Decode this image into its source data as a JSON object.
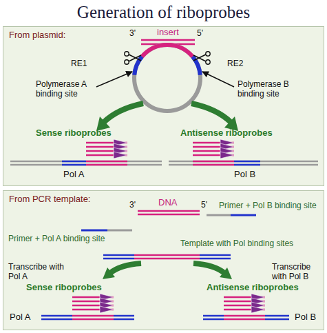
{
  "diagram": {
    "title": "Generation of riboprobes",
    "nodes": [
      {
        "text": [
          "From plasmid:"
        ]
      },
      {
        "text": [
          "From PCR template:"
        ]
      }
    ],
    "labels": [
      "3'",
      "insert",
      "5'",
      "RE1",
      "RE2",
      "Polymerase A binding site",
      "Polymerase B binding site",
      "Sense riboprobes",
      "Antisense riboprobes",
      "Pol A",
      "Pol B",
      "3'",
      "DNA",
      "5'",
      "Primer + Pol B binding site",
      "Primer + Pol A binding site",
      "Template with Pol binding sites",
      "Transcribe with Pol A",
      "Transcribe with Pol B",
      "Sense riboprobes",
      "Antisense riboprobes",
      "Pol A",
      "Pol B"
    ]
  }
}
